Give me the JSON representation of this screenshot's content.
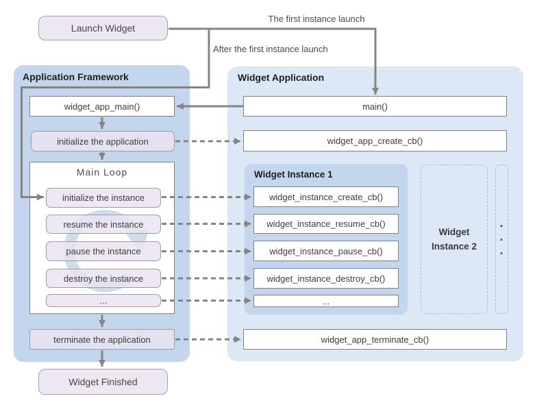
{
  "labels": {
    "first_launch": "The first instance launch",
    "after_first_launch": "After the first instance launch"
  },
  "nodes": {
    "launch_widget": "Launch Widget",
    "widget_finished": "Widget Finished"
  },
  "framework": {
    "title": "Application Framework",
    "widget_app_main": "widget_app_main()",
    "init_app": "initialize  the application",
    "main_loop_title": "Main  Loop",
    "loop_steps": [
      "initialize the instance",
      "resume the instance",
      "pause the instance",
      "destroy the instance",
      "..."
    ],
    "terminate_app": "terminate the application"
  },
  "application": {
    "title": "Widget Application",
    "main": "main()",
    "create_cb": "widget_app_create_cb()",
    "instance1": {
      "title": "Widget Instance 1",
      "callbacks": [
        "widget_instance_create_cb()",
        "widget_instance_resume_cb()",
        "widget_instance_pause_cb()",
        "widget_instance_destroy_cb()",
        "..."
      ]
    },
    "instance2_title": "Widget Instance 2",
    "dots": [
      "·",
      "·",
      "·"
    ],
    "terminate_cb": "widget_app_terminate_cb()"
  },
  "colors": {
    "panel_blue": "#c3d6ee",
    "panel_light_blue": "#dce8f5",
    "lavender_box": "#eae4f1",
    "white_box": "#ffffff",
    "arrow_gray": "#848484",
    "box_border_gray": "#7f7f7f",
    "loop_icon_blue": "#cbd9ea"
  }
}
